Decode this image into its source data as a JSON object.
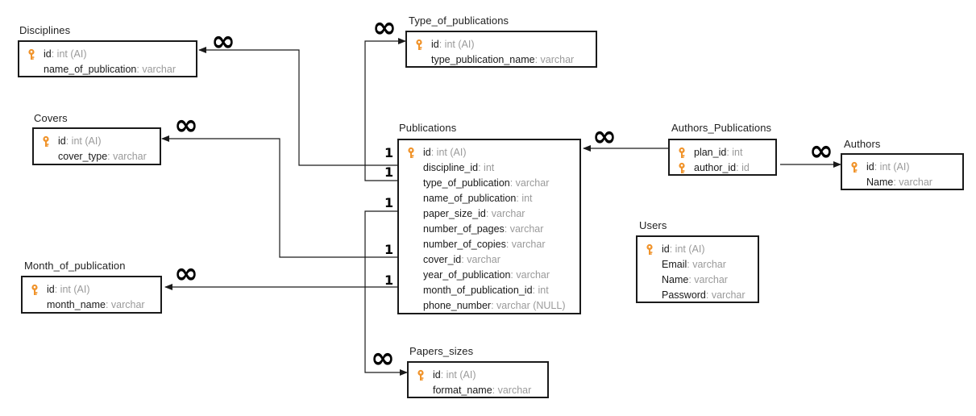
{
  "colors": {
    "key": "#f0932a",
    "line": "#1a1a1a",
    "type_text": "#9a9a9a"
  },
  "icons": {
    "primary_key": "key-icon"
  },
  "tables": [
    {
      "id": "disciplines",
      "name": "Disciplines",
      "fields": [
        {
          "name": "id",
          "type": ": int (AI)",
          "key": true
        },
        {
          "name": "name_of_publication",
          "type": ": varchar",
          "key": false
        }
      ]
    },
    {
      "id": "type-of-publications",
      "name": "Type_of_publications",
      "fields": [
        {
          "name": "id",
          "type": ": int (AI)",
          "key": true
        },
        {
          "name": "type_publication_name",
          "type": ": varchar",
          "key": false
        }
      ]
    },
    {
      "id": "covers",
      "name": "Covers",
      "fields": [
        {
          "name": "id",
          "type": ": int (AI)",
          "key": true
        },
        {
          "name": "cover_type",
          "type": ": varchar",
          "key": false
        }
      ]
    },
    {
      "id": "publications",
      "name": "Publications",
      "fields": [
        {
          "name": "id",
          "type": ": int (AI)",
          "key": true
        },
        {
          "name": "discipline_id",
          "type": ": int",
          "key": false
        },
        {
          "name": "type_of_publication",
          "type": ": varchar",
          "key": false
        },
        {
          "name": "name_of_publication",
          "type": ": int",
          "key": false
        },
        {
          "name": "paper_size_id",
          "type": ": varchar",
          "key": false
        },
        {
          "name": "number_of_pages",
          "type": ": varchar",
          "key": false
        },
        {
          "name": "number_of_copies",
          "type": ": varchar",
          "key": false
        },
        {
          "name": "cover_id",
          "type": ": varchar",
          "key": false
        },
        {
          "name": "year_of_publication",
          "type": ": varchar",
          "key": false
        },
        {
          "name": "month_of_publication_id",
          "type": ": int",
          "key": false
        },
        {
          "name": "phone_number",
          "type": ": varchar (NULL)",
          "key": false
        }
      ]
    },
    {
      "id": "authors-publications",
      "name": "Authors_Publications",
      "fields": [
        {
          "name": "plan_id",
          "type": ": int",
          "key": true
        },
        {
          "name": "author_id",
          "type": ": id",
          "key": true
        }
      ]
    },
    {
      "id": "authors",
      "name": "Authors",
      "fields": [
        {
          "name": "id",
          "type": ": int (AI)",
          "key": true
        },
        {
          "name": "Name",
          "type": ": varchar",
          "key": false
        }
      ]
    },
    {
      "id": "users",
      "name": "Users",
      "fields": [
        {
          "name": "id",
          "type": ": int (AI)",
          "key": true
        },
        {
          "name": "Email",
          "type": ": varchar",
          "key": false
        },
        {
          "name": "Name",
          "type": ": varchar",
          "key": false
        },
        {
          "name": "Password",
          "type": ": varchar",
          "key": false
        }
      ]
    },
    {
      "id": "month-of-publication",
      "name": "Month_of_publication",
      "fields": [
        {
          "name": "id",
          "type": ": int (AI)",
          "key": true
        },
        {
          "name": "month_name",
          "type": ": varchar",
          "key": false
        }
      ]
    },
    {
      "id": "papers-sizes",
      "name": "Papers_sizes",
      "fields": [
        {
          "name": "id",
          "type": ": int (AI)",
          "key": true
        },
        {
          "name": "format_name",
          "type": ": varchar",
          "key": false
        }
      ]
    }
  ],
  "relation_labels": {
    "one": "1",
    "many": "∞"
  },
  "relationships": [
    {
      "from": "publications.discipline_id",
      "to": "disciplines.id"
    },
    {
      "from": "publications.type_of_publication",
      "to": "type-of-publications.id"
    },
    {
      "from": "publications.cover_id",
      "to": "covers.id"
    },
    {
      "from": "publications.month_of_publication_id",
      "to": "month-of-publication.id"
    },
    {
      "from": "publications.paper_size_id",
      "to": "papers-sizes.id"
    },
    {
      "from": "authors-publications.plan_id",
      "to": "publications.id"
    },
    {
      "from": "authors-publications.author_id",
      "to": "authors.id"
    }
  ]
}
